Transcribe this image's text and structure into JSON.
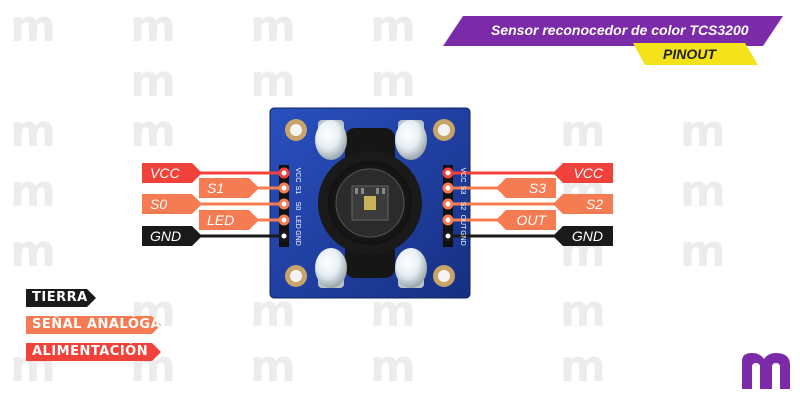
{
  "title": "Sensor reconocedor de color TCS3200",
  "subtitle": "PINOUT",
  "left_pins": [
    {
      "label": "VCC",
      "silk": "VCC",
      "category": "alimentacion"
    },
    {
      "label": "S1",
      "silk": "S1",
      "category": "analoga"
    },
    {
      "label": "S0",
      "silk": "S0",
      "category": "analoga"
    },
    {
      "label": "LED",
      "silk": "LED",
      "category": "analoga"
    },
    {
      "label": "GND",
      "silk": "GND",
      "category": "tierra"
    }
  ],
  "right_pins": [
    {
      "label": "VCC",
      "silk": "VCC",
      "category": "alimentacion"
    },
    {
      "label": "S3",
      "silk": "S3",
      "category": "analoga"
    },
    {
      "label": "S2",
      "silk": "S2",
      "category": "analoga"
    },
    {
      "label": "OUT",
      "silk": "OUT",
      "category": "analoga"
    },
    {
      "label": "GND",
      "silk": "GND",
      "category": "tierra"
    }
  ],
  "legend": [
    {
      "label": "TIERRA",
      "category": "tierra"
    },
    {
      "label": "SEÑAL ANALÓGA",
      "category": "analoga"
    },
    {
      "label": "ALIMENTACIÓN",
      "category": "alimentacion"
    }
  ],
  "colors": {
    "alimentacion": "#f0413a",
    "analoga": "#f47b52",
    "tierra": "#1a1a1a",
    "banner_purple": "#7b2aa8",
    "banner_yellow": "#f4e21a",
    "pcb_blue": "#1e3fa0",
    "watermark": "#ececec"
  },
  "watermark_letter": "m",
  "logo_letter": "m"
}
